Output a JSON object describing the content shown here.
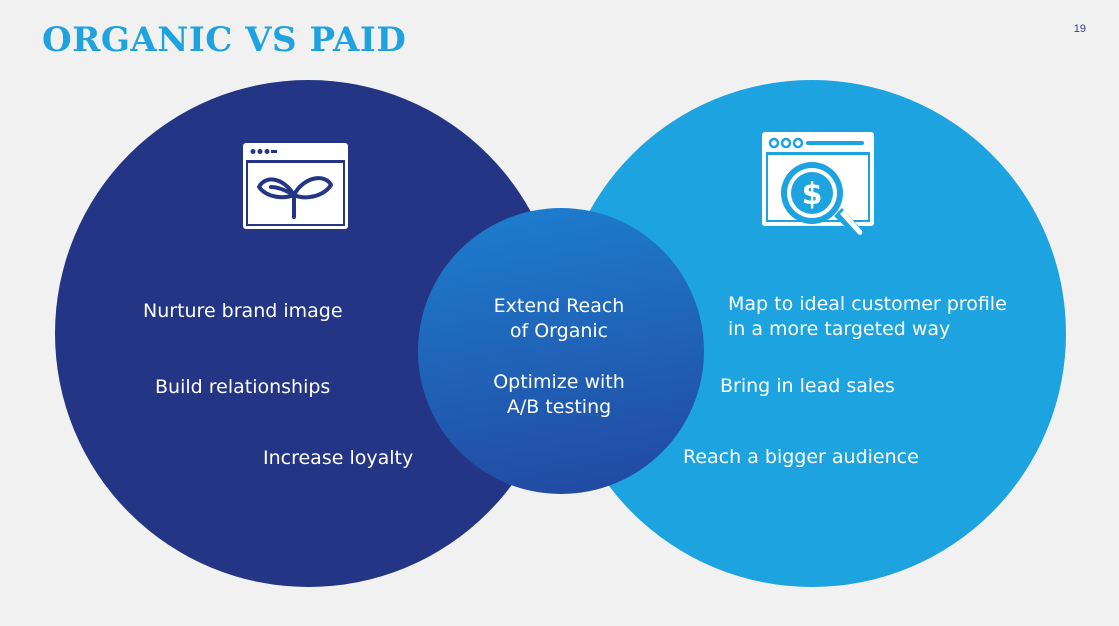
{
  "slide": {
    "title": "ORGANIC VS PAID",
    "page_number": "19"
  },
  "colors": {
    "background": "#f1f1f1",
    "title": "#1ea3e0",
    "page_number": "#2b3a8c",
    "organic": "#233584",
    "paid": "#1ca3e0",
    "overlap_top": "#1d7fd0",
    "overlap_bottom": "#22479f",
    "label": "#ffffff"
  },
  "organic": {
    "icon": "browser-plant-icon",
    "items": [
      "Nurture brand image",
      "Build relationships",
      "Increase loyalty"
    ]
  },
  "overlap": {
    "items": [
      [
        "Extend Reach",
        "of Organic"
      ],
      [
        "Optimize with",
        "A/B testing"
      ]
    ]
  },
  "paid": {
    "icon": "browser-dollar-search-icon",
    "items": [
      [
        "Map to ideal customer profile",
        "in a more targeted way"
      ],
      "Bring in lead sales",
      "Reach a bigger audience"
    ]
  }
}
